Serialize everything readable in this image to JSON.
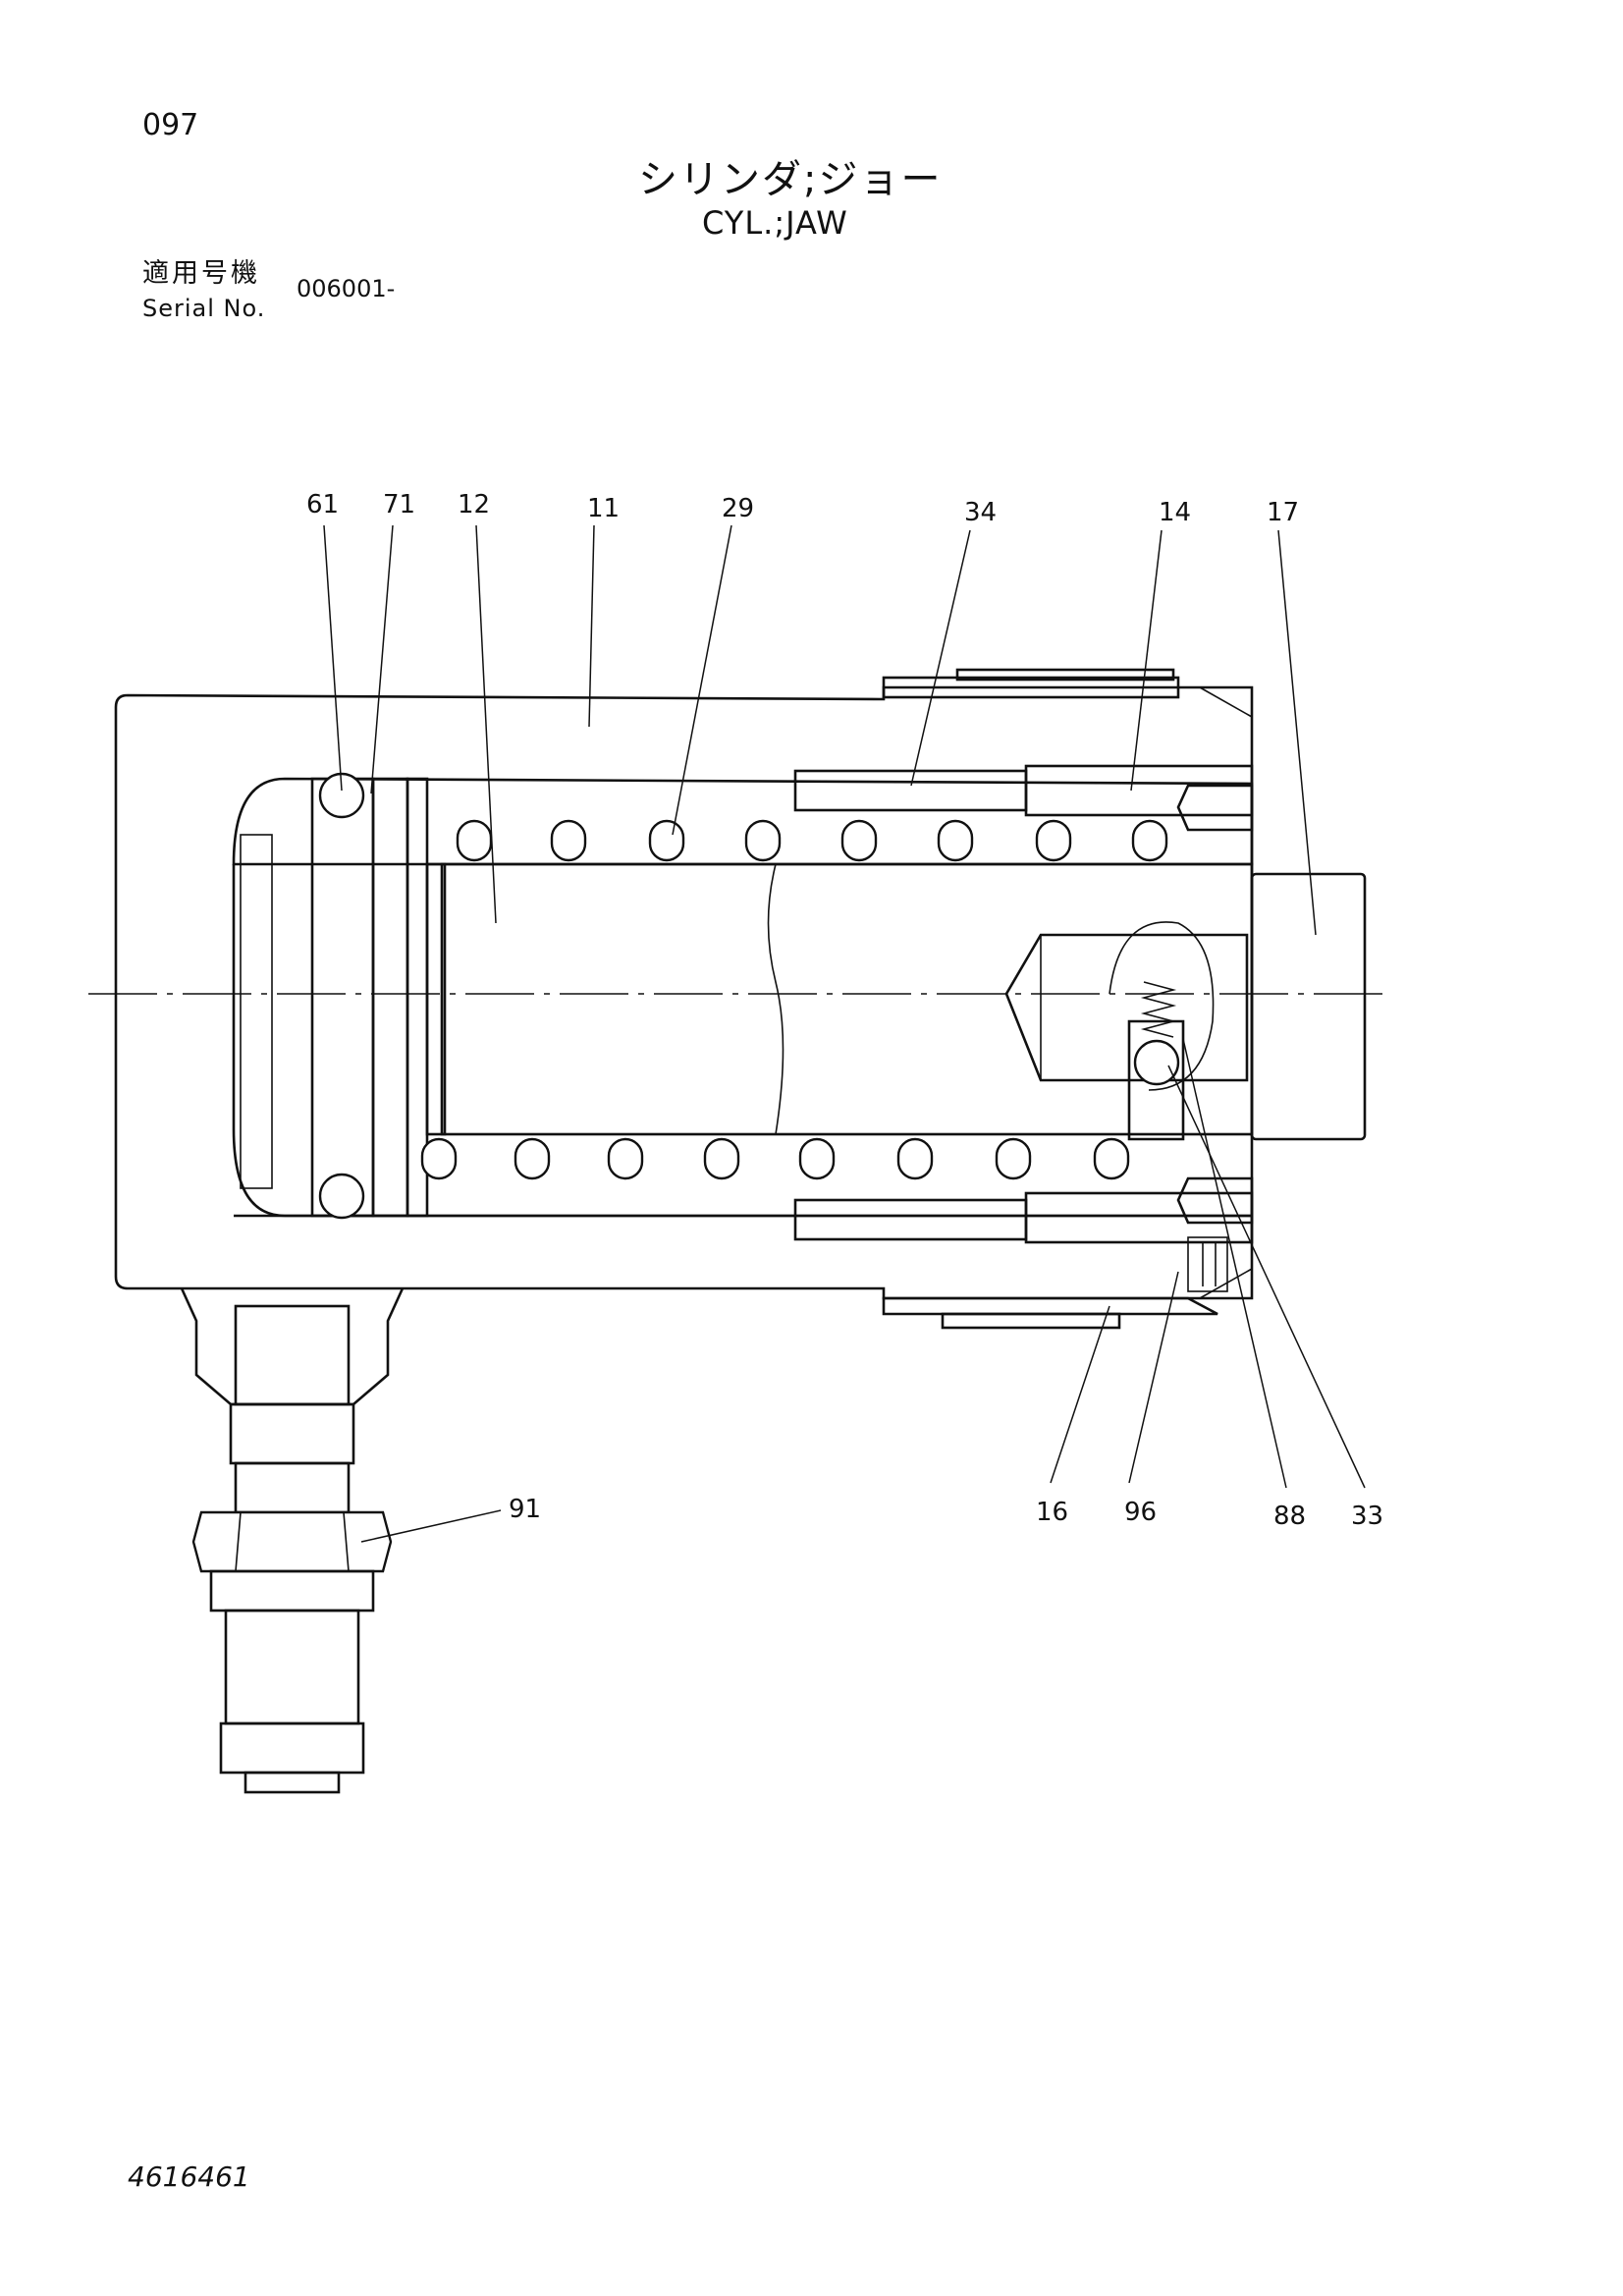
{
  "page_number": "097",
  "title_jp": "シリンダ;ジョー",
  "title_en": "CYL.;JAW",
  "serial": {
    "label_jp": "適用号機",
    "label_en": "Serial No.",
    "value": "006001-"
  },
  "callouts": [
    "61",
    "71",
    "12",
    "11",
    "29",
    "34",
    "14",
    "17",
    "91",
    "16",
    "96",
    "88",
    "33"
  ],
  "doc_number": "4616461"
}
